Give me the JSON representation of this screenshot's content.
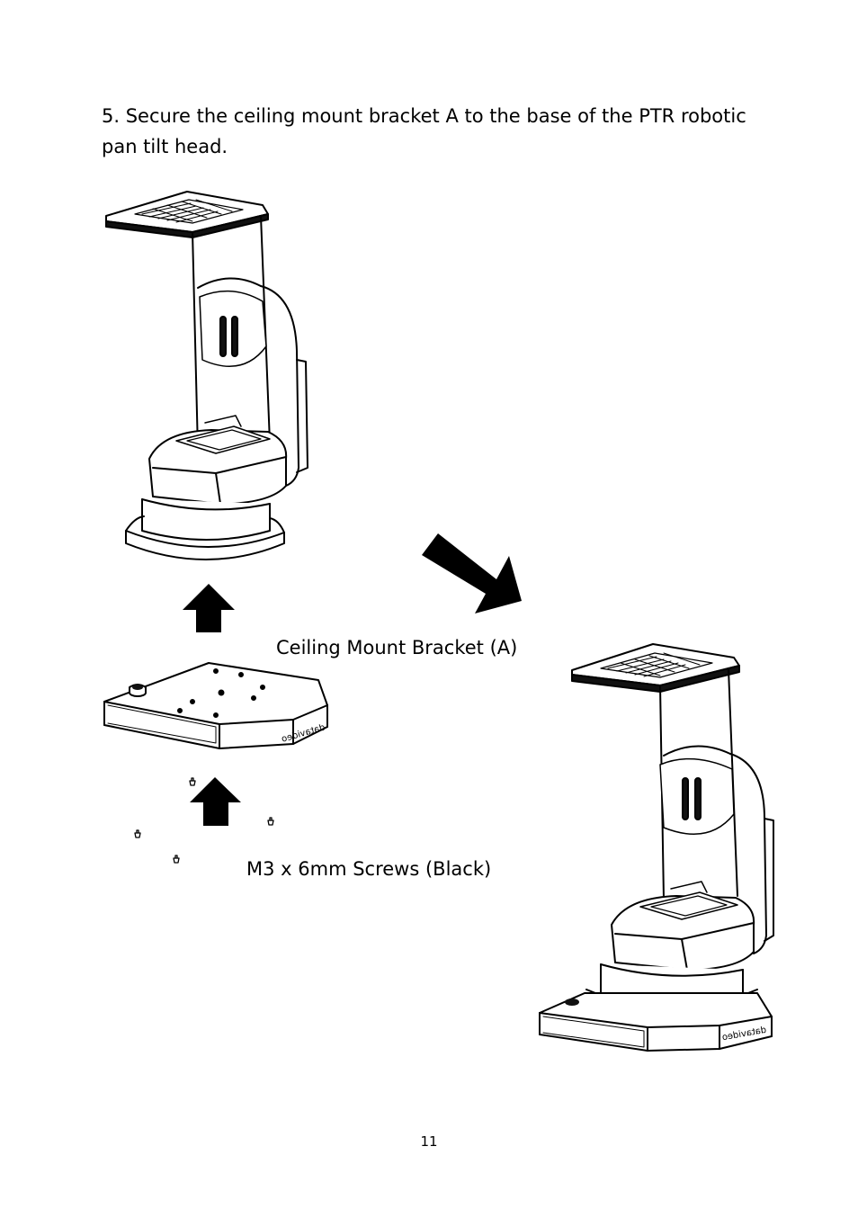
{
  "instruction": {
    "text": "5. Secure the ceiling mount bracket A to the base of the PTR robotic pan tilt head."
  },
  "figure": {
    "bracket_label": "Ceiling Mount Bracket (A)",
    "screws_label": "M3 x 6mm Screws (Black)",
    "bracket_logo_text": "datavideo"
  },
  "page_number": "11"
}
